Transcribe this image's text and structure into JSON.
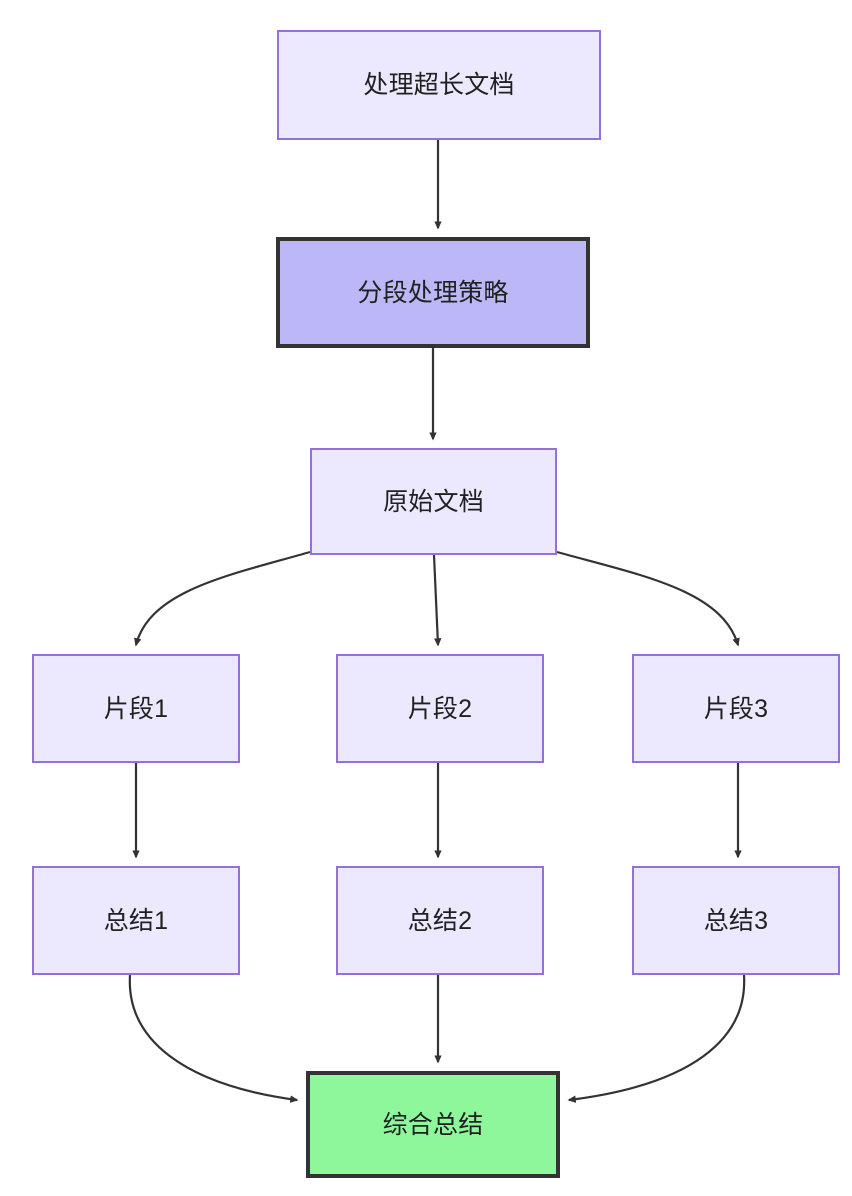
{
  "diagram": {
    "title": "",
    "type": "flowchart",
    "direction": "top-down",
    "background": "#ffffff",
    "styles": {
      "default_fill": "#ece8fd",
      "default_stroke": "#9370db",
      "strategy_fill": "#bcb8f7",
      "strategy_stroke": "#333333",
      "result_fill": "#8ef79b",
      "result_stroke": "#333333",
      "edge_stroke": "#333333",
      "text_color": "#1f2020"
    },
    "nodes": [
      {
        "id": "doc",
        "label": "处理超长文档",
        "style": "default"
      },
      {
        "id": "strategy",
        "label": "分段处理策略",
        "style": "strategy"
      },
      {
        "id": "source",
        "label": "原始文档",
        "style": "default"
      },
      {
        "id": "chunk1",
        "label": "片段1",
        "style": "default"
      },
      {
        "id": "chunk2",
        "label": "片段2",
        "style": "default"
      },
      {
        "id": "chunk3",
        "label": "片段3",
        "style": "default"
      },
      {
        "id": "summary1",
        "label": "总结1",
        "style": "default"
      },
      {
        "id": "summary2",
        "label": "总结2",
        "style": "default"
      },
      {
        "id": "summary3",
        "label": "总结3",
        "style": "default"
      },
      {
        "id": "final",
        "label": "综合总结",
        "style": "result"
      }
    ],
    "edges": [
      {
        "from": "doc",
        "to": "strategy",
        "label": ""
      },
      {
        "from": "strategy",
        "to": "source",
        "label": ""
      },
      {
        "from": "source",
        "to": "chunk1",
        "label": ""
      },
      {
        "from": "source",
        "to": "chunk2",
        "label": ""
      },
      {
        "from": "source",
        "to": "chunk3",
        "label": ""
      },
      {
        "from": "chunk1",
        "to": "summary1",
        "label": ""
      },
      {
        "from": "chunk2",
        "to": "summary2",
        "label": ""
      },
      {
        "from": "chunk3",
        "to": "summary3",
        "label": ""
      },
      {
        "from": "summary1",
        "to": "final",
        "label": ""
      },
      {
        "from": "summary2",
        "to": "final",
        "label": ""
      },
      {
        "from": "summary3",
        "to": "final",
        "label": ""
      }
    ]
  }
}
